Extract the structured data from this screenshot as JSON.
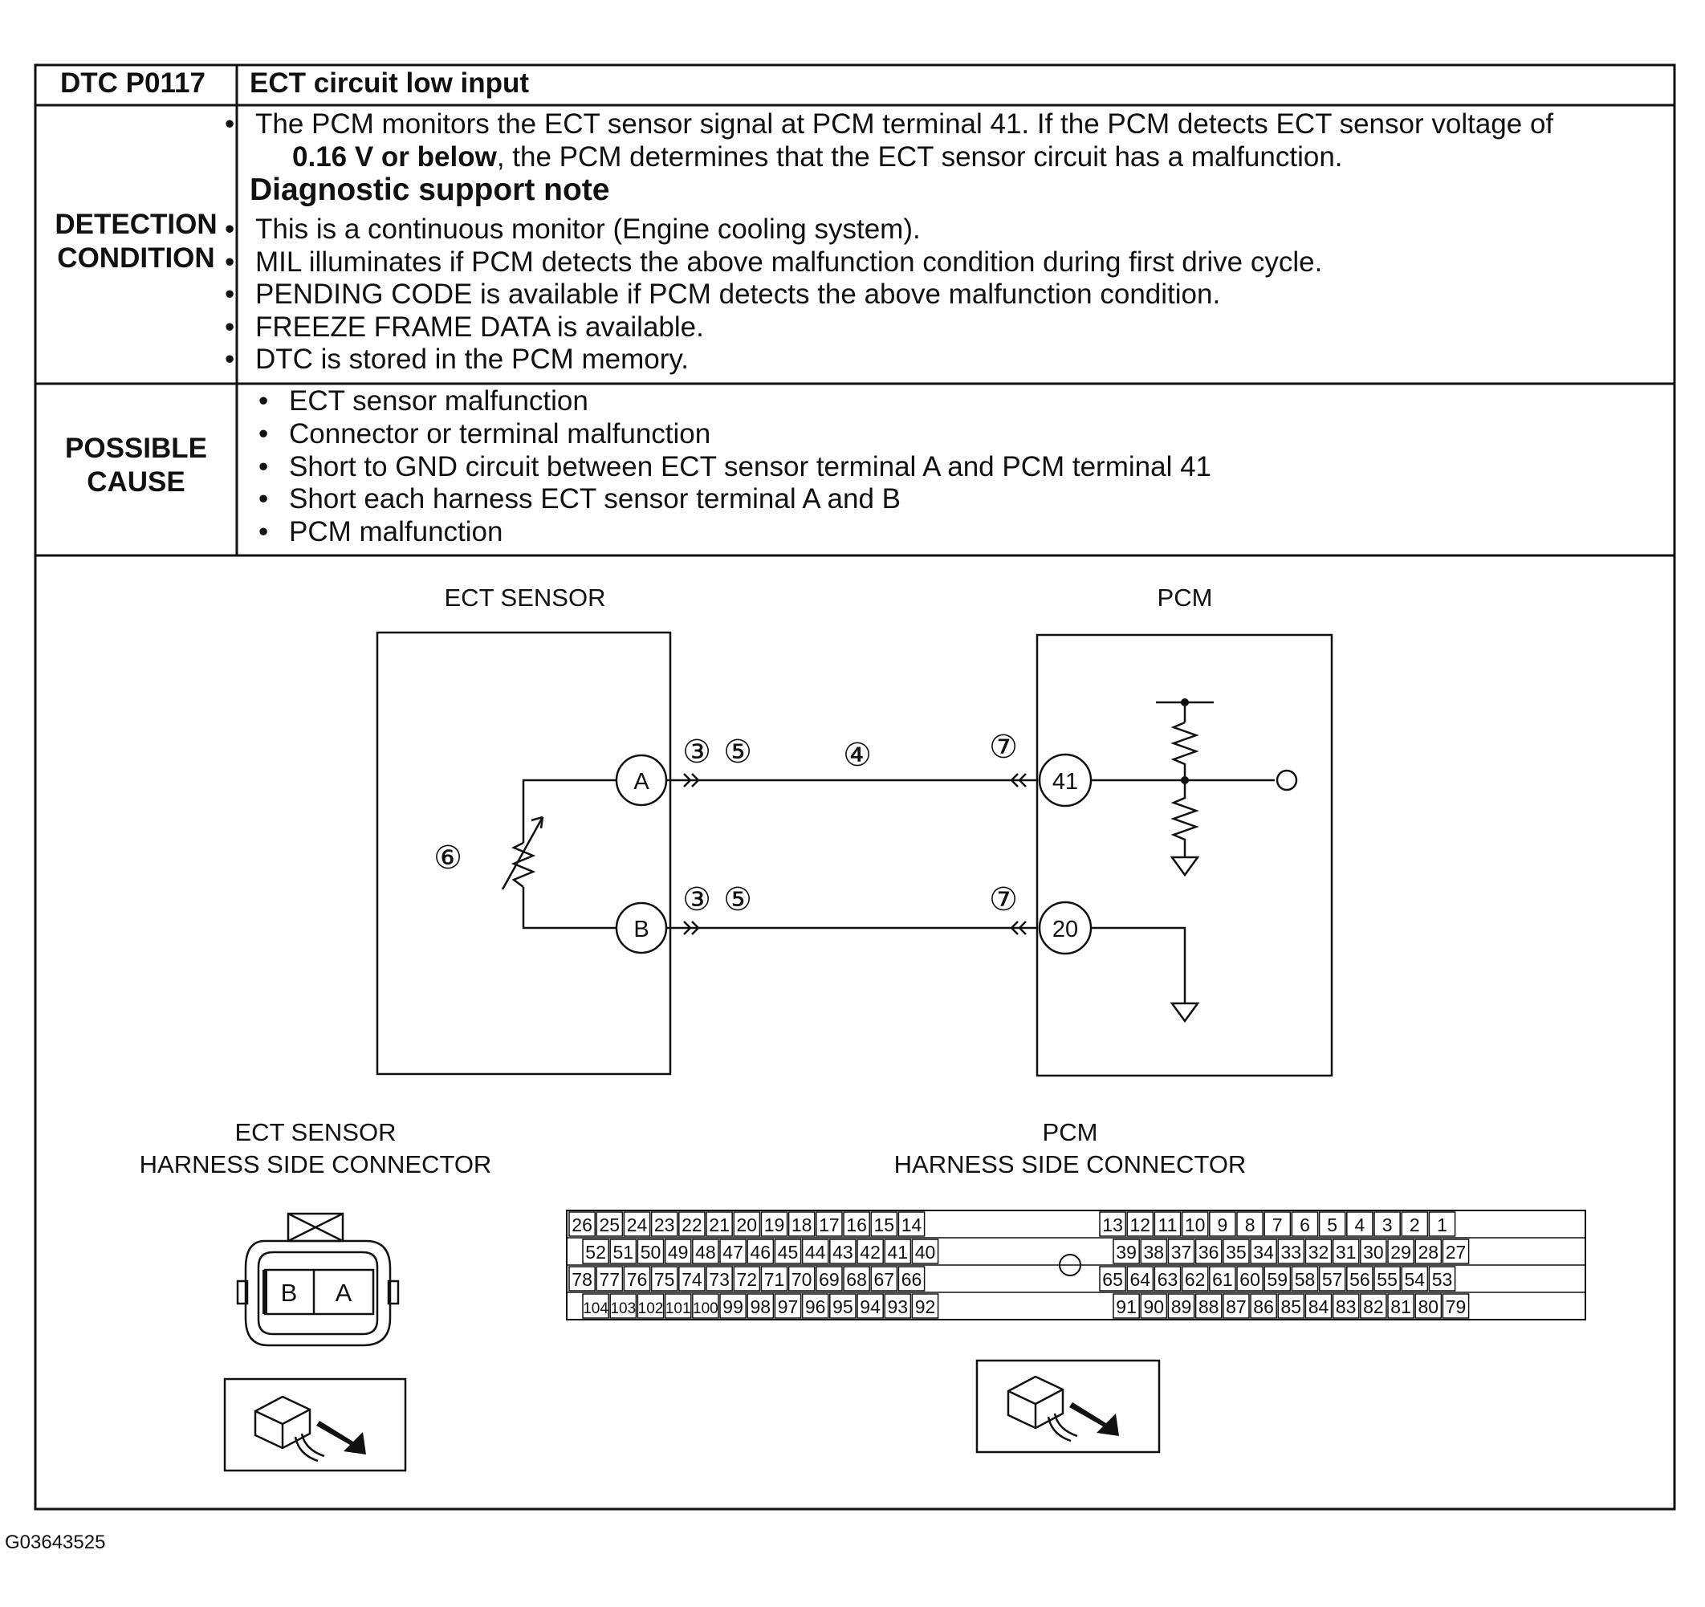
{
  "dtc": {
    "code": "DTC P0117",
    "title": "ECT circuit low input"
  },
  "detection": {
    "label_line1": "DETECTION",
    "label_line2": "CONDITION",
    "intro_line1": "The PCM monitors the ECT sensor signal at PCM terminal 41. If the PCM detects ECT sensor voltage of",
    "intro_bold": "0.16 V or below",
    "intro_line2_rest": ", the PCM determines that the ECT sensor circuit has a malfunction.",
    "note_title": "Diagnostic support note",
    "notes": [
      "This is a continuous monitor (Engine cooling system).",
      "MIL illuminates if PCM detects the above malfunction condition during first drive cycle.",
      "PENDING CODE is available if PCM detects the above malfunction condition.",
      "FREEZE FRAME DATA is available.",
      "DTC is stored in the PCM memory."
    ]
  },
  "possible_cause": {
    "label_line1": "POSSIBLE",
    "label_line2": "CAUSE",
    "items": [
      "ECT sensor malfunction",
      "Connector or terminal malfunction",
      "Short to GND circuit between ECT sensor terminal A and PCM terminal 41",
      "Short each harness ECT sensor terminal A and B",
      "PCM malfunction"
    ]
  },
  "diagram": {
    "ect_title": "ECT SENSOR",
    "pcm_title": "PCM",
    "terminal_a": "A",
    "terminal_b": "B",
    "pcm_terminal_41": "41",
    "pcm_terminal_20": "20",
    "step_3": "③",
    "step_4": "④",
    "step_5": "⑤",
    "step_6": "⑥",
    "step_7": "⑦"
  },
  "connectors": {
    "ect_line1": "ECT SENSOR",
    "ect_line2": "HARNESS SIDE CONNECTOR",
    "pcm_line1": "PCM",
    "pcm_line2": "HARNESS SIDE CONNECTOR",
    "ect_pins": [
      "B",
      "A"
    ],
    "pcm_rows": [
      {
        "left": [
          "26",
          "25",
          "24",
          "23",
          "22",
          "21",
          "20",
          "19",
          "18",
          "17",
          "16",
          "15",
          "14"
        ],
        "right": [
          "13",
          "12",
          "11",
          "10",
          "9",
          "8",
          "7",
          "6",
          "5",
          "4",
          "3",
          "2",
          "1"
        ]
      },
      {
        "left": [
          "52",
          "51",
          "50",
          "49",
          "48",
          "47",
          "46",
          "45",
          "44",
          "43",
          "42",
          "41",
          "40"
        ],
        "right": [
          "39",
          "38",
          "37",
          "36",
          "35",
          "34",
          "33",
          "32",
          "31",
          "30",
          "29",
          "28",
          "27"
        ]
      },
      {
        "left": [
          "78",
          "77",
          "76",
          "75",
          "74",
          "73",
          "72",
          "71",
          "70",
          "69",
          "68",
          "67",
          "66"
        ],
        "right": [
          "65",
          "64",
          "63",
          "62",
          "61",
          "60",
          "59",
          "58",
          "57",
          "56",
          "55",
          "54",
          "53"
        ]
      },
      {
        "left": [
          "104",
          "103",
          "102",
          "101",
          "100",
          "99",
          "98",
          "97",
          "96",
          "95",
          "94",
          "93",
          "92"
        ],
        "right": [
          "91",
          "90",
          "89",
          "88",
          "87",
          "86",
          "85",
          "84",
          "83",
          "82",
          "81",
          "80",
          "79"
        ]
      }
    ]
  },
  "figure_id": "G03643525"
}
